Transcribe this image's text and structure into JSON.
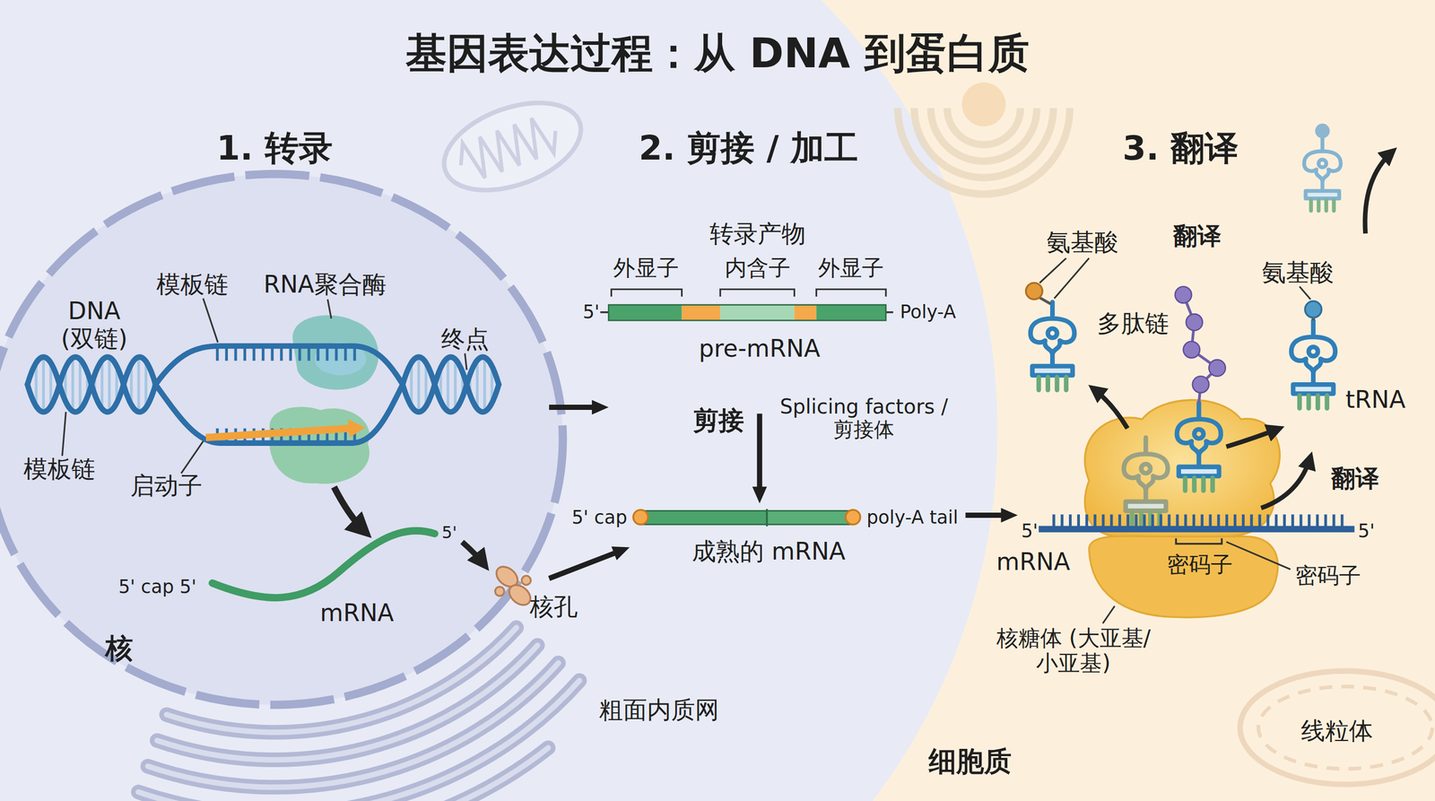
{
  "diagram": {
    "title": "基因表达过程：从 DNA 到蛋白质",
    "nodes": [
      {
        "text": [
          "核"
        ]
      },
      {
        "text": [
          "pre-mRNA"
        ]
      },
      {
        "text": [
          "成熟的 mRNA"
        ]
      },
      {
        "text": [
          "核糖体 (大亚基/小亚基)"
        ]
      }
    ],
    "edges": [
      {
        "from": 0,
        "to": 1,
        "arrow": "to"
      },
      {
        "from": 1,
        "to": 2,
        "label": "剪接",
        "arrow": "to"
      },
      {
        "from": 0,
        "to": 2,
        "arrow": "to"
      },
      {
        "from": 2,
        "to": 3,
        "arrow": "to"
      }
    ],
    "labels": [
      "1. 转录",
      "DNA (双链)",
      "模板链",
      "RNA聚合酶",
      "终点",
      "模板链",
      "启动子",
      "5' cap 5'",
      "5'",
      "mRNA",
      "核孔",
      "2. 剪接 / 加工",
      "转录产物",
      "外显子",
      "内含子",
      "外显子",
      "5'",
      "Poly-A",
      "Splicing factors /剪接体",
      "5' cap",
      "poly-A tail",
      "粗面内质网",
      "3. 翻译",
      "氨基酸",
      "翻译",
      "氨基酸",
      "多肽链",
      "tRNA",
      "翻译",
      "5'",
      "5'",
      "mRNA",
      "密码子",
      "密码子",
      "线粒体",
      "细胞质"
    ]
  }
}
